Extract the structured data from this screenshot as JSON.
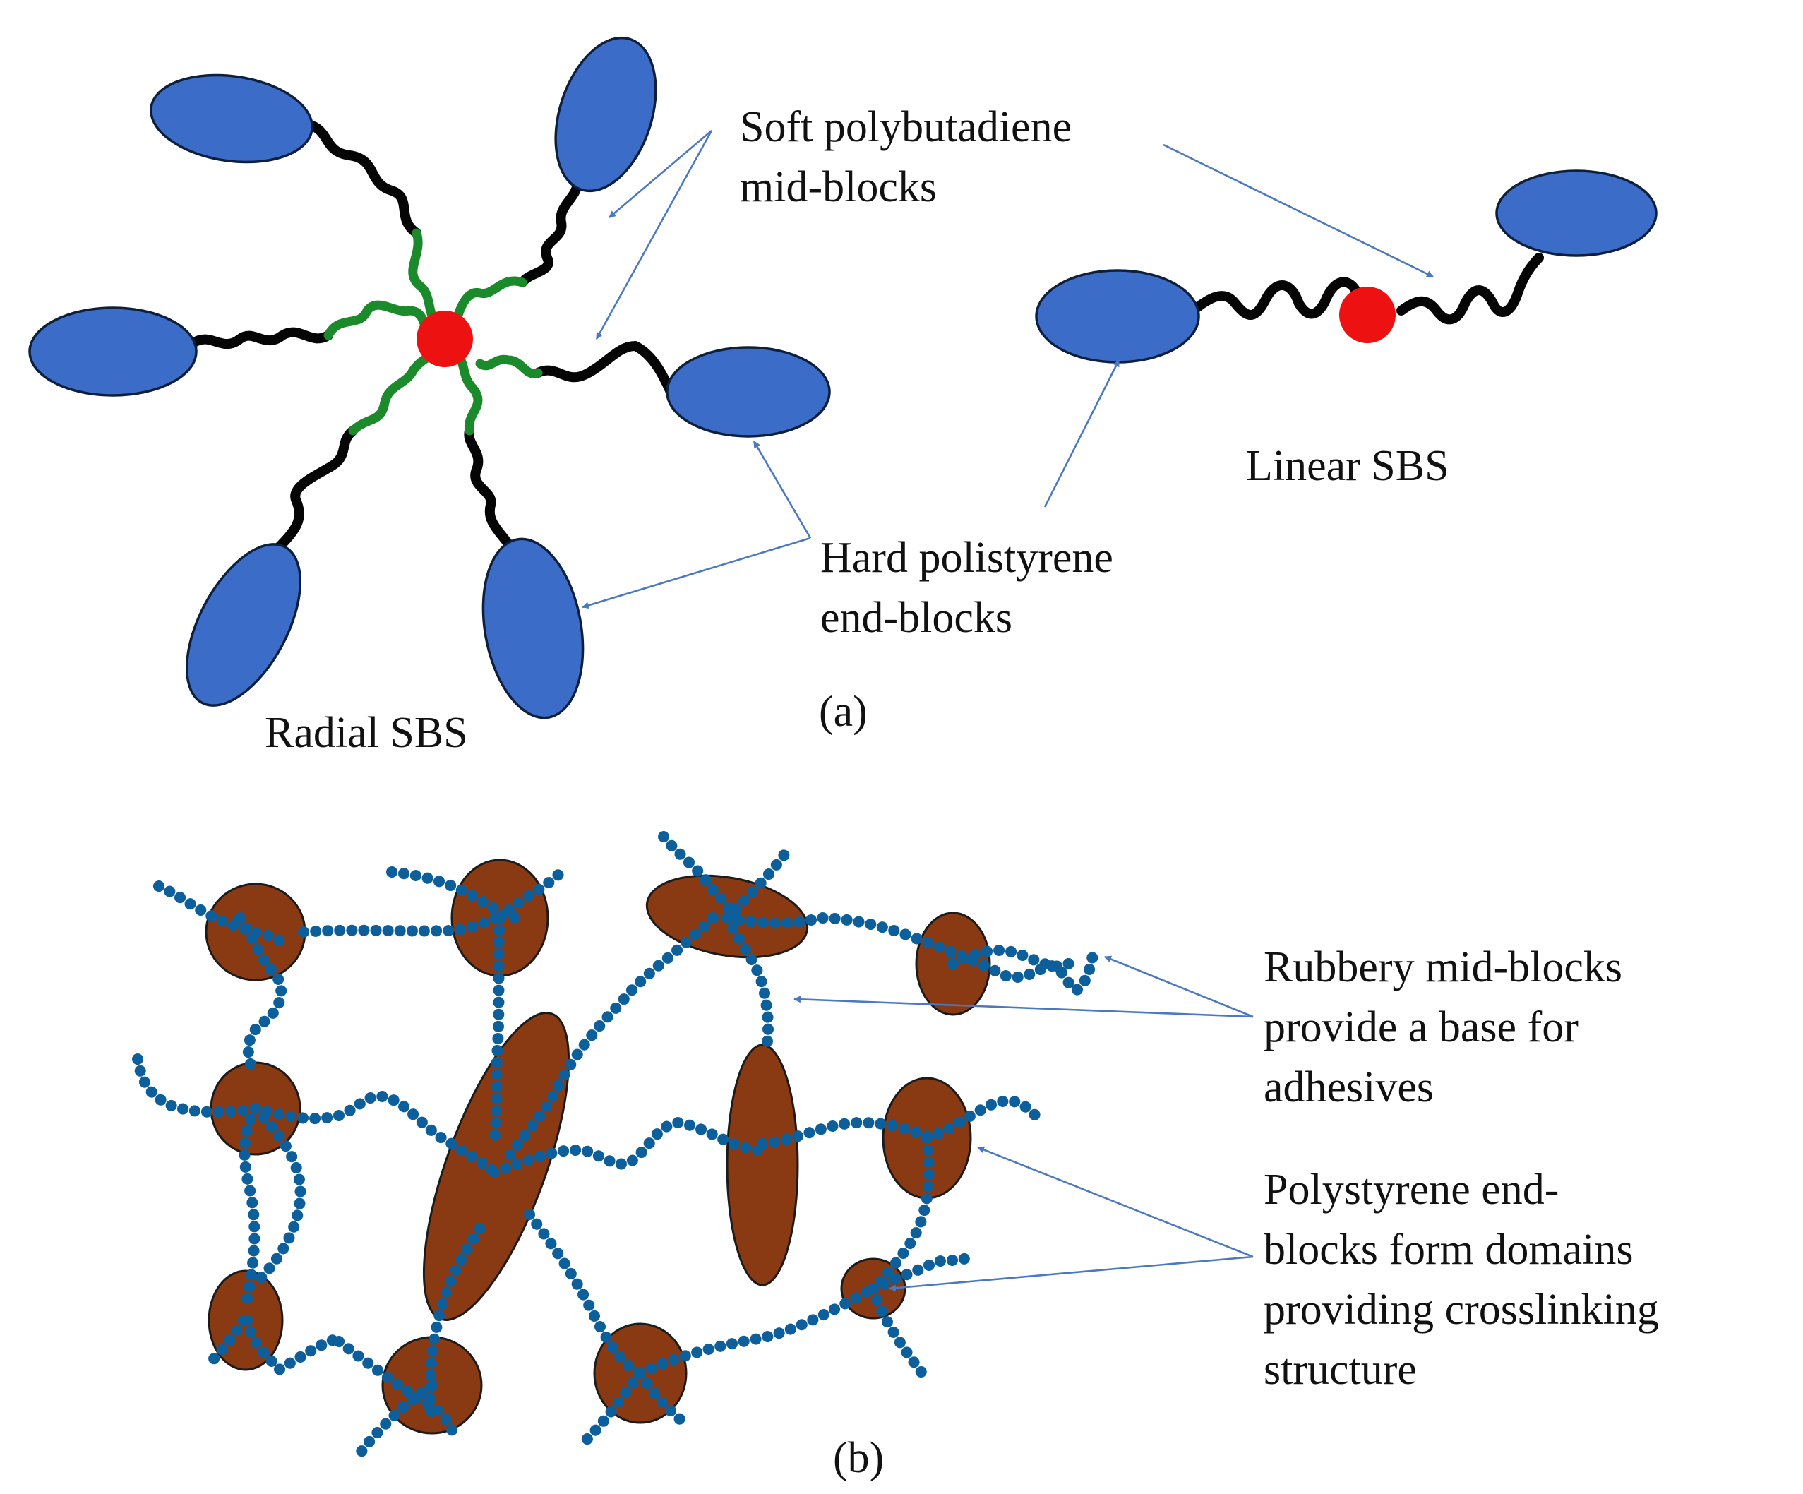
{
  "panel_a": {
    "label_soft_line1": "Soft polybutadiene",
    "label_soft_line2": "mid-blocks",
    "label_hard_line1": "Hard polistyrene",
    "label_hard_line2": "end-blocks",
    "label_radial": "Radial SBS",
    "label_linear": "Linear SBS",
    "caption": "(a)"
  },
  "panel_b": {
    "label_rubbery_line1": "Rubbery mid-blocks",
    "label_rubbery_line2": "provide a base for",
    "label_rubbery_line3": "adhesives",
    "label_poly_line1": "Polystyrene end-",
    "label_poly_line2": "blocks form domains",
    "label_poly_line3": "providing crosslinking",
    "label_poly_line4": "structure",
    "caption": "(b)"
  },
  "colors": {
    "polystyrene_end_block": "#3a6cc8",
    "polybutadiene_chain": "#050505",
    "coupling_arms": "#1a8a2a",
    "coupling_core": "#ee1111",
    "domain_fill": "#8a3a12",
    "bead_chain": "#0d5f9c",
    "arrow": "#4a78c2"
  }
}
